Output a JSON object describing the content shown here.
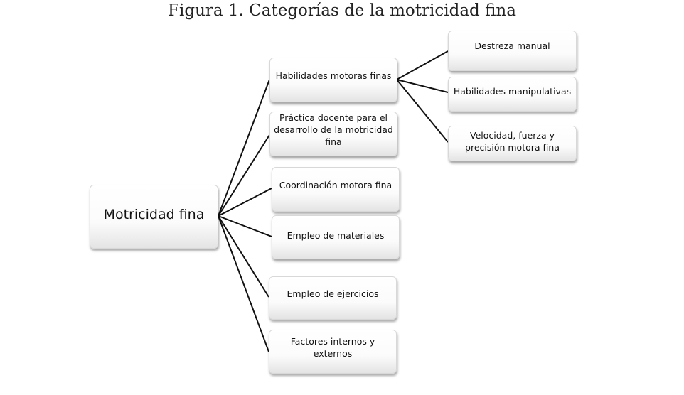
{
  "title": "Figura 1. Categorías de la motricidad fina",
  "root": "Motricidad fina",
  "level1": [
    "Habilidades motoras finas",
    "Práctica docente para el desarrollo de la motricidad fina",
    "Coordinación motora fina",
    "Empleo de materiales",
    "Empleo de ejercicios",
    "Factores internos y externos"
  ],
  "level2": [
    "Destreza manual",
    "Habilidades manipulativas",
    "Velocidad, fuerza  y precisión motora fina"
  ]
}
